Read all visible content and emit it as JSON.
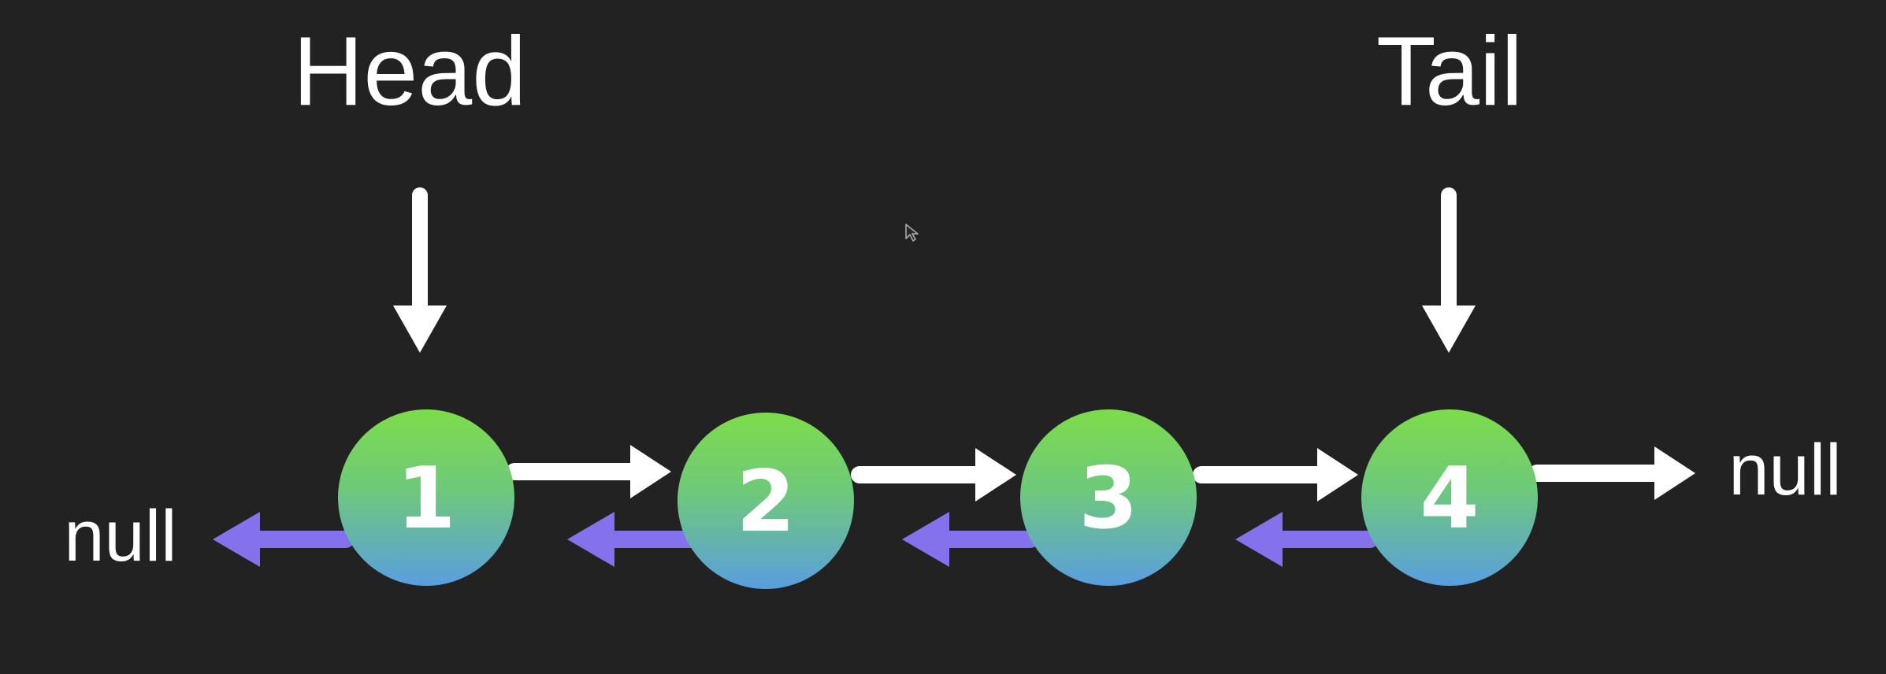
{
  "diagram": {
    "head_label": "Head",
    "tail_label": "Tail",
    "null_left_label": "null",
    "null_right_label": "null",
    "nodes": [
      {
        "value": "1"
      },
      {
        "value": "2"
      },
      {
        "value": "3"
      },
      {
        "value": "4"
      }
    ],
    "colors": {
      "background": "#222222",
      "node_gradient_top": "#7ddc4a",
      "node_gradient_bottom": "#5a9ee0",
      "next_arrow": "#ffffff",
      "prev_arrow": "#8472ec",
      "pointer_arrow": "#ffffff",
      "text": "#ffffff"
    }
  }
}
